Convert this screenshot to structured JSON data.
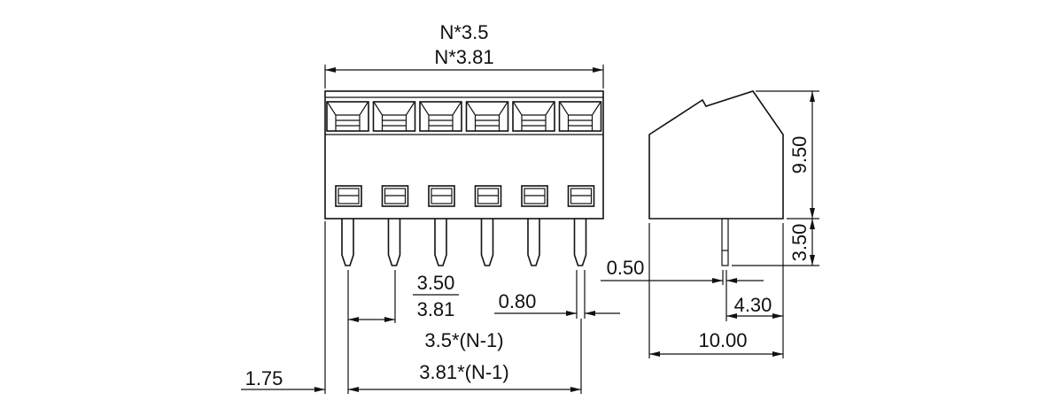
{
  "front_view": {
    "width_label_1": "N*3.5",
    "width_label_2": "N*3.81",
    "pitch_label_1": "3.50",
    "pitch_label_2": "3.81",
    "pin_width_label": "0.80",
    "span_label_1": "3.5*(N-1)",
    "span_label_2": "3.81*(N-1)",
    "edge_offset_label": "1.75",
    "pole_count": 6
  },
  "side_view": {
    "body_height_label": "9.50",
    "pin_length_label": "3.50",
    "pin_thickness_label": "0.50",
    "pin_offset_label": "4.30",
    "depth_label": "10.00"
  },
  "colors": {
    "line": "#111111",
    "background": "#ffffff"
  }
}
